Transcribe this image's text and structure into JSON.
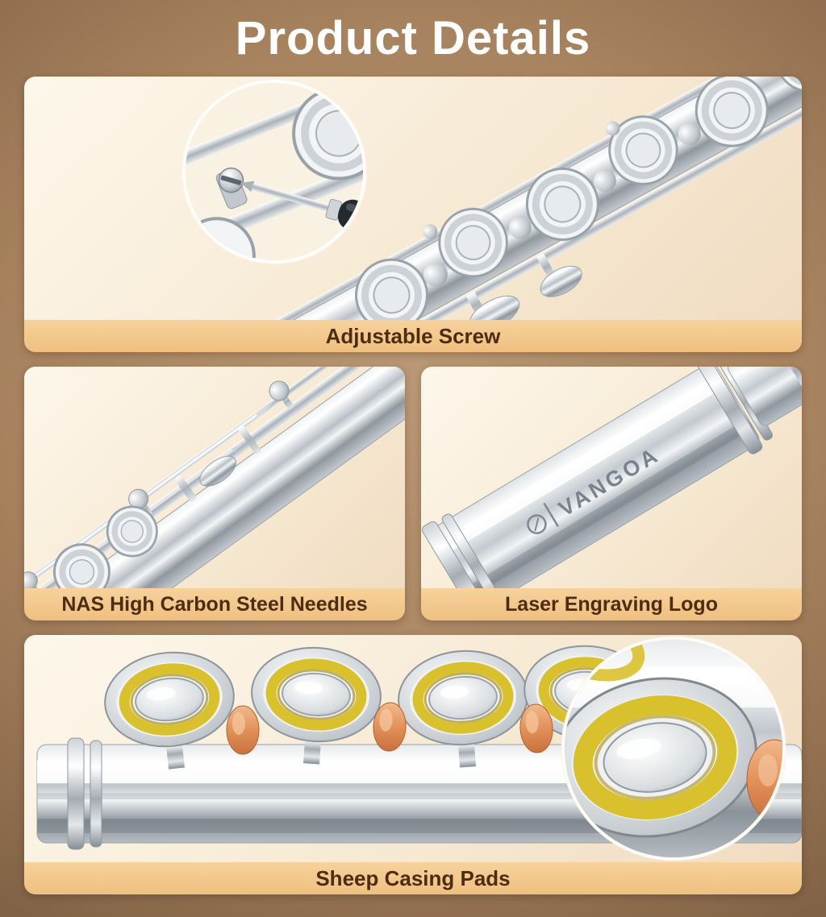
{
  "page": {
    "title": "Product Details"
  },
  "panels": {
    "adjustable_screw": {
      "caption": "Adjustable Screw"
    },
    "needles": {
      "caption": "NAS High Carbon Steel Needles"
    },
    "logo": {
      "caption": "Laser Engraving Logo",
      "engraving_text": "VANGOA"
    },
    "pads": {
      "caption": "Sheep Casing Pads"
    }
  },
  "colors": {
    "background_outer": "#5e452f",
    "background_inner": "#bb9876",
    "panel_background": "#f8eedd",
    "caption_bar": "#f2c68d",
    "caption_text": "#4d2c12",
    "title_text": "#ffffff",
    "pad_felt_yellow": "#d9c12d",
    "cork_orange": "#e08d56",
    "flute_silver": "#c6cbd0"
  }
}
